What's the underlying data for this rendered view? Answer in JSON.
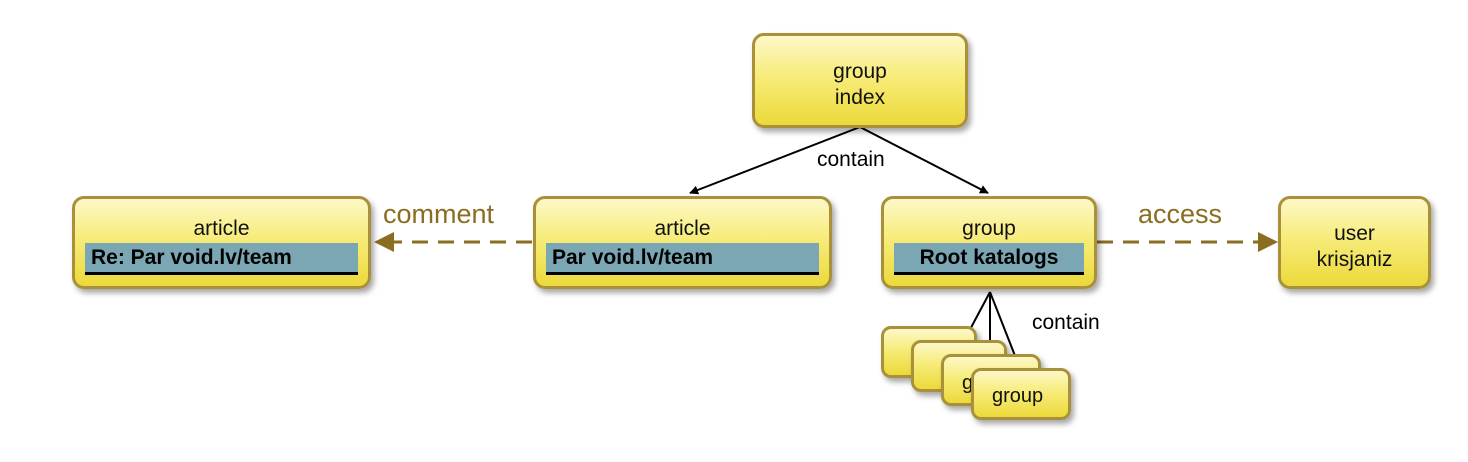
{
  "nodes": {
    "root": {
      "kind": "group",
      "name": "index"
    },
    "article_main": {
      "kind": "article",
      "name": "Par void.lv/team"
    },
    "article_reply": {
      "kind": "article",
      "name": "Re: Par void.lv/team"
    },
    "group_root": {
      "kind": "group",
      "name": "Root katalogs"
    },
    "user": {
      "kind": "user",
      "name": "krisjaniz"
    },
    "stacked_groups": [
      "group",
      "group",
      "group",
      "group"
    ]
  },
  "edges": {
    "contain_top": "contain",
    "contain_bottom": "contain",
    "comment": "comment",
    "access": "access"
  },
  "colors": {
    "node_border": "#a8913a",
    "name_highlight": "#7aa7b3",
    "dashed_edge": "#8a6d20",
    "solid_edge": "#000000"
  }
}
